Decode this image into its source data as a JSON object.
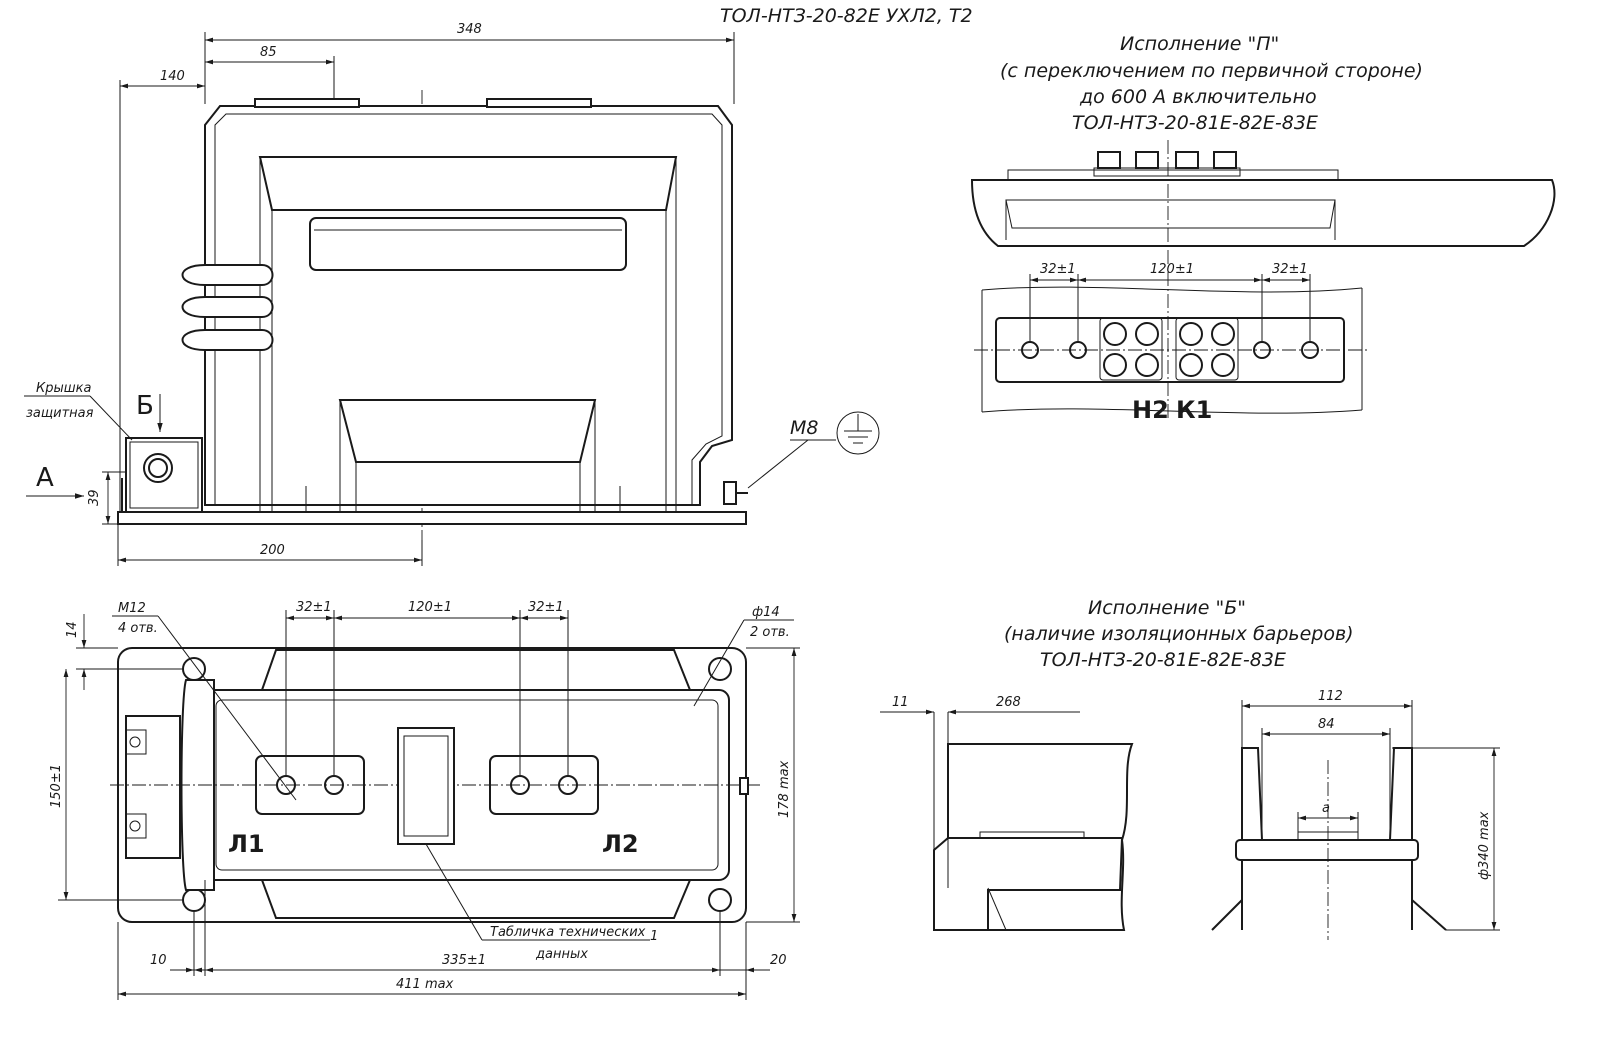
{
  "colors": {
    "line": "#1a1a1a",
    "paper": "#ffffff"
  },
  "header": {
    "title": "ТОЛ-НТЗ-20-82Е УХЛ2, Т2"
  },
  "side_view": {
    "dims": {
      "total_width": "348",
      "top_offset": "85",
      "left_offset": "140",
      "base_half": "200",
      "base_height": "39"
    },
    "cover_label_1": "Крышка",
    "cover_label_2": "защитная",
    "view_b": "Б",
    "view_a": "А",
    "thread": "М8"
  },
  "variant_p": {
    "title_1": "Исполнение \"П\"",
    "title_2": "(с переключением по первичной стороне)",
    "title_3": "до 600 А включительно",
    "title_4": "ТОЛ-НТЗ-20-81Е-82Е-83Е",
    "dim_left": "32±1",
    "dim_mid": "120±1",
    "dim_right": "32±1",
    "label_h2": "Н2",
    "label_k1": "К1"
  },
  "plan_view": {
    "thread": "М12",
    "thread_count": "4 отв.",
    "dim_left": "32±1",
    "dim_mid": "120±1",
    "dim_right": "32±1",
    "hole": "ф14",
    "hole_count": "2 отв.",
    "dim_14": "14",
    "dim_150": "150±1",
    "dim_178": "178 max",
    "label_l1": "Л1",
    "label_l2": "Л2",
    "plate_1": "Табличка технических",
    "plate_2": "данных",
    "plate_ref": "1",
    "dim_10": "10",
    "dim_335": "335±1",
    "dim_20": "20",
    "dim_411": "411 max"
  },
  "variant_b": {
    "title_1": "Исполнение \"Б\"",
    "title_2": "(наличие изоляционных барьеров)",
    "title_3": "ТОЛ-НТЗ-20-81Е-82Е-83Е",
    "dim_11": "11",
    "dim_268": "268",
    "dim_112": "112",
    "dim_84": "84",
    "dim_a": "а",
    "dim_340": "ф340 max"
  }
}
